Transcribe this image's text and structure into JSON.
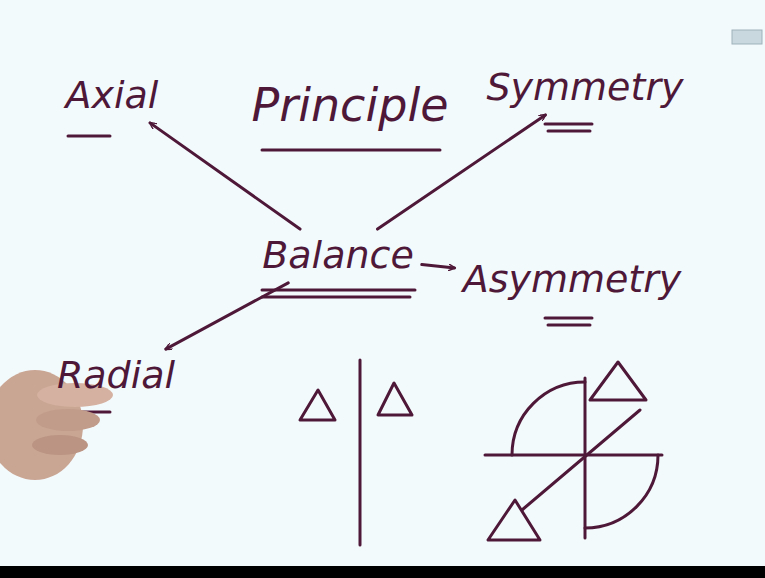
{
  "diagram": {
    "title": "Principle",
    "nodes": [
      {
        "text": [
          "Axial"
        ]
      },
      {
        "text": [
          "Symmetry"
        ]
      },
      {
        "text": [
          "Balance"
        ]
      },
      {
        "text": [
          "Asymmetry"
        ]
      },
      {
        "text": [
          "Radial"
        ]
      }
    ],
    "edges": [
      {
        "from": 2,
        "to": 0,
        "arrow": "to"
      },
      {
        "from": 2,
        "to": 1,
        "arrow": "to"
      },
      {
        "from": 2,
        "to": 3,
        "arrow": "to"
      },
      {
        "from": 2,
        "to": 4,
        "arrow": "to"
      }
    ]
  }
}
